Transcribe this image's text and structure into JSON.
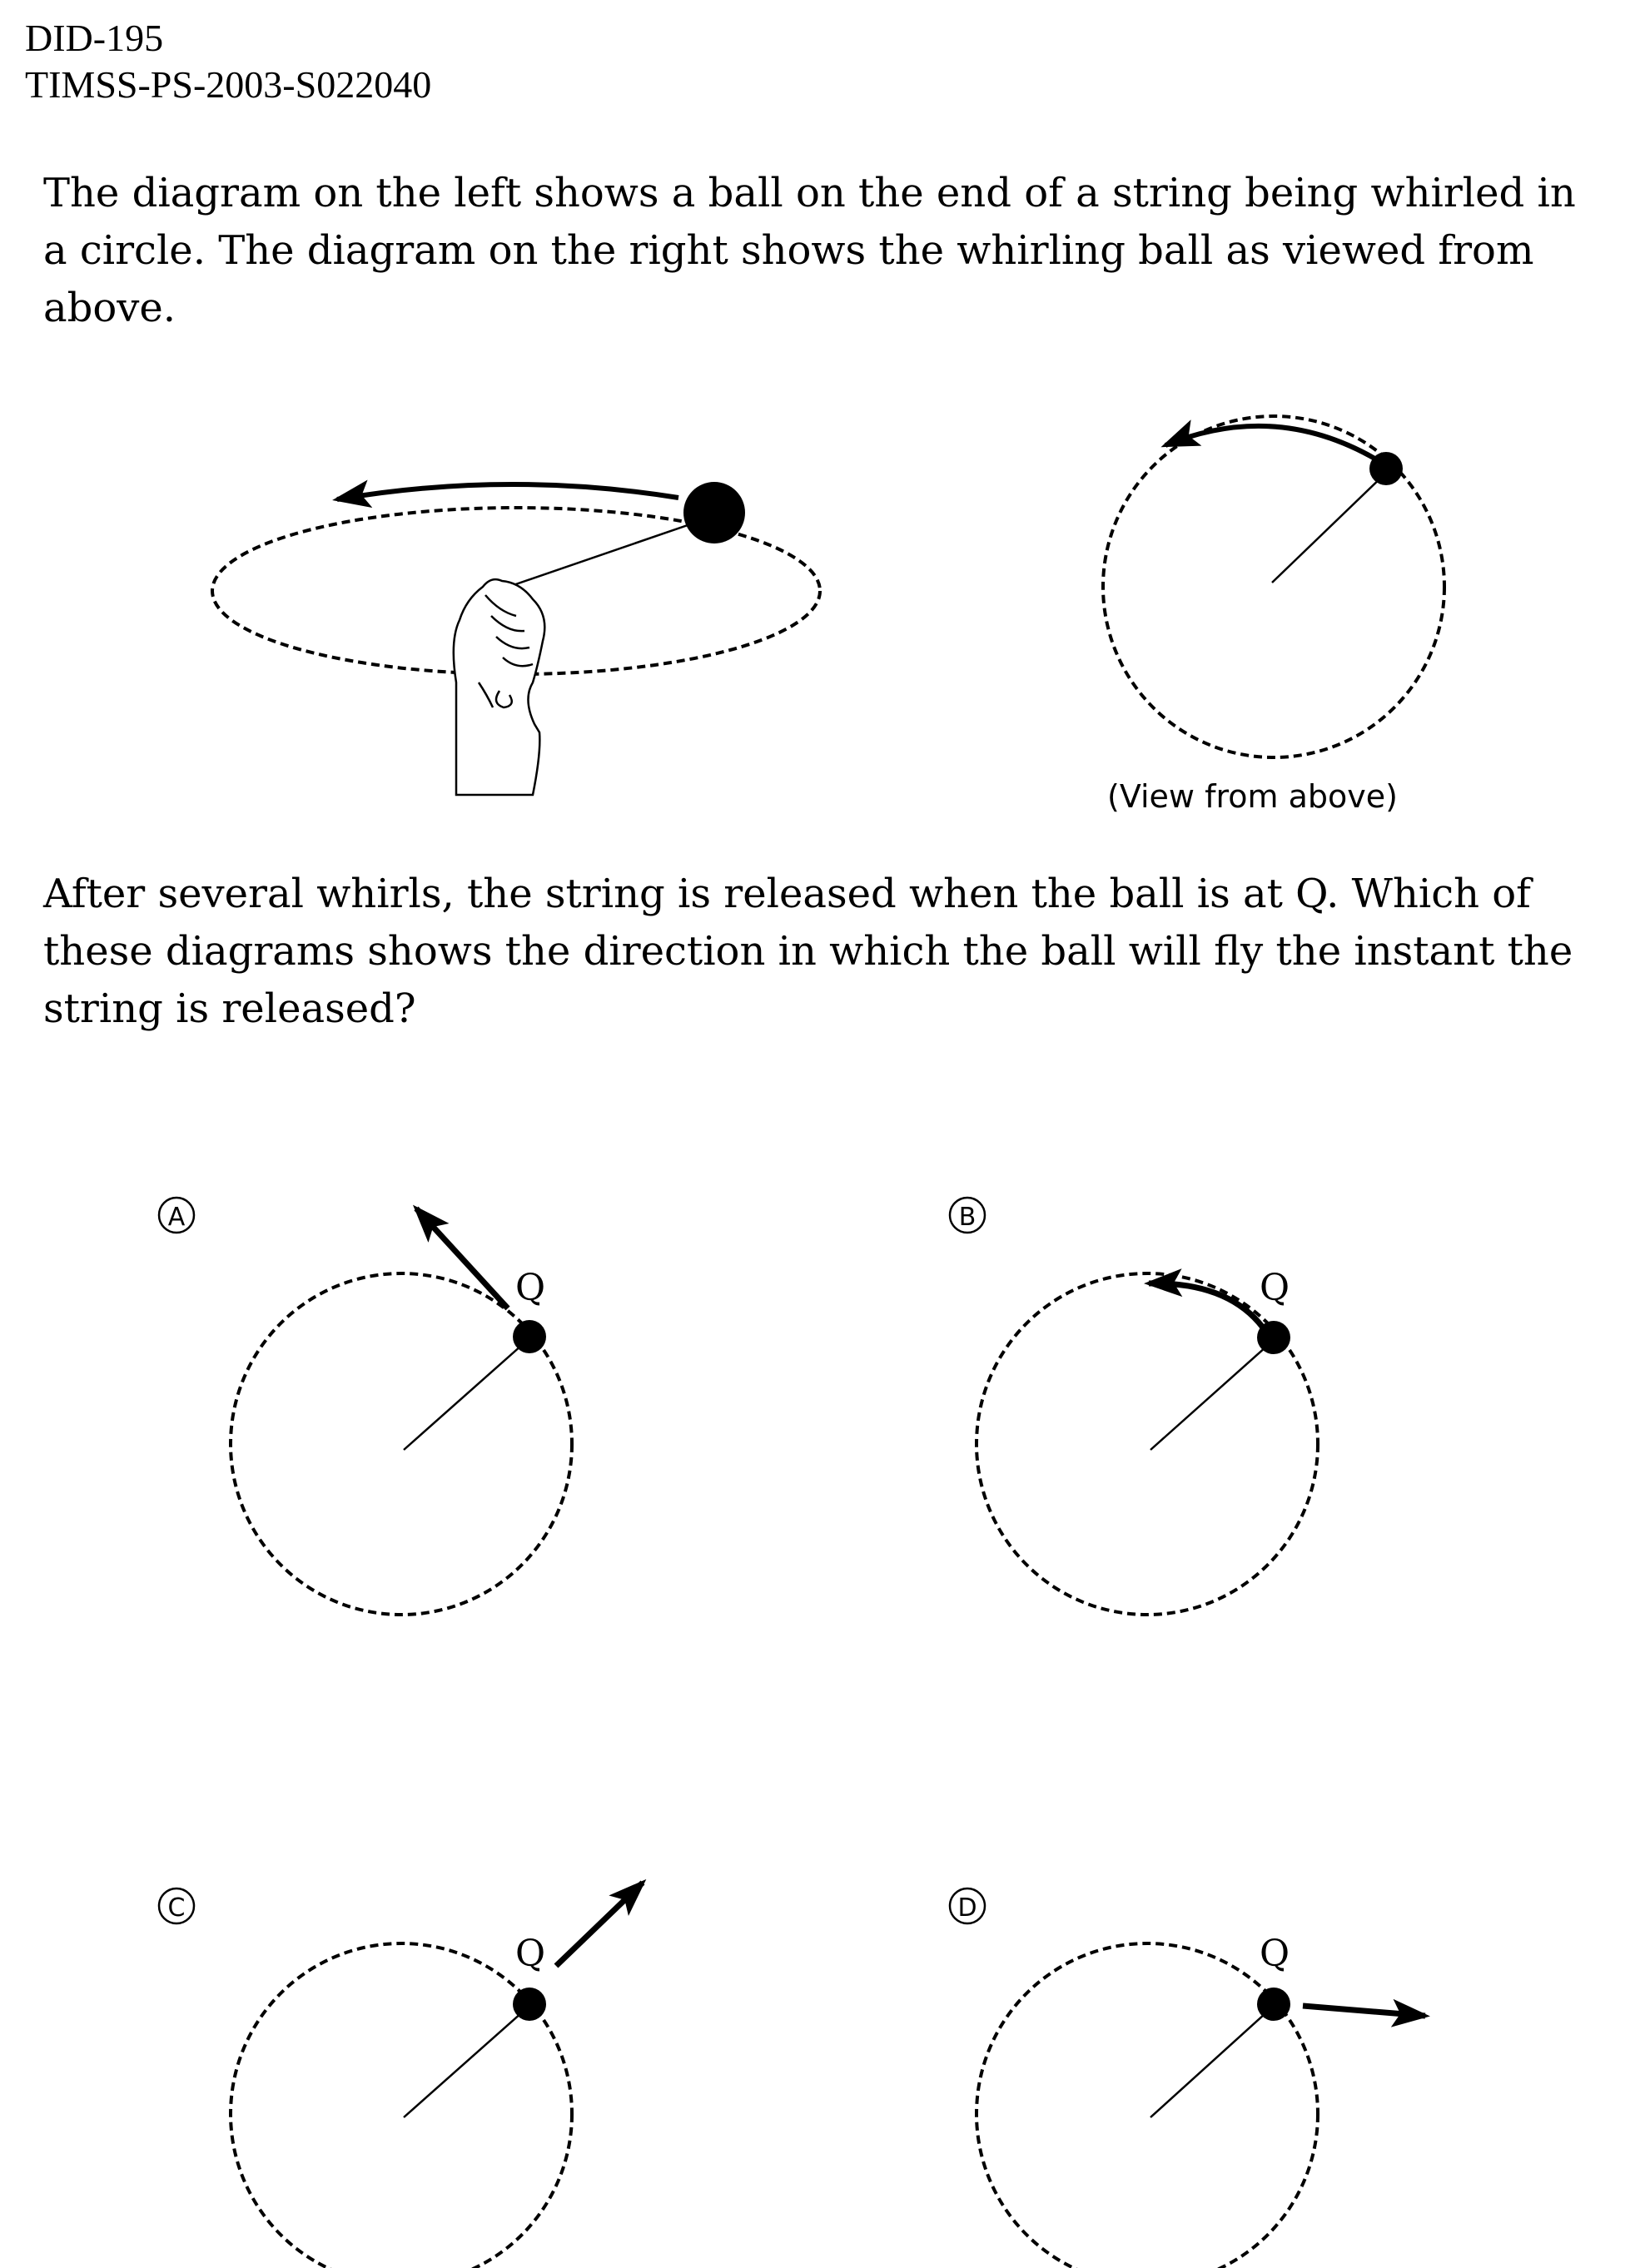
{
  "header": {
    "did": "DID-195",
    "item_id": "TIMSS-PS-2003-S022040"
  },
  "intro_text": "The diagram on the left shows a ball on the end of a string being whirled in a circle. The diagram on the right shows the whirling ball as viewed from above.",
  "view_caption": "(View from above)",
  "question_text": "After several whirls, the string is released when the ball is at Q. Which of these diagrams shows the direction in which the ball will fly the instant the string is released?",
  "options": [
    {
      "letter": "A",
      "point_label": "Q"
    },
    {
      "letter": "B",
      "point_label": "Q"
    },
    {
      "letter": "C",
      "point_label": "Q"
    },
    {
      "letter": "D",
      "point_label": "Q"
    }
  ]
}
